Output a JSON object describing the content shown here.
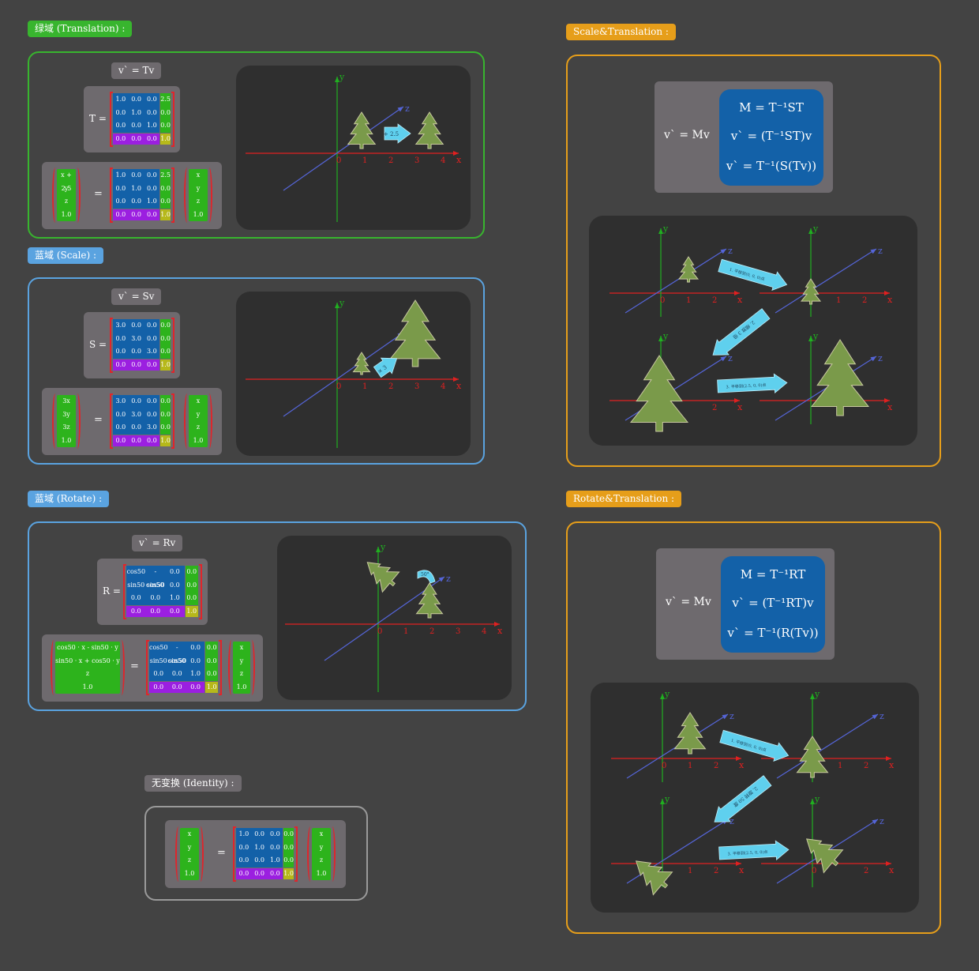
{
  "colors": {
    "translation": "#38b52e",
    "scale": "#5aa3e0",
    "rotate": "#5aa3e0",
    "identity": "#6e6a6e",
    "combo": "#e69e1a",
    "matrix_blue": "#1361a8",
    "matrix_green": "#2db31c",
    "matrix_purple": "#9b1fe0",
    "matrix_yellow": "#b6b81a",
    "axis_x": "#e02020",
    "axis_y": "#20b020",
    "axis_z": "#5565d8",
    "tree": "#7a9a4a",
    "arrow": "#5fd0ee"
  },
  "translation": {
    "tag": "绿域 (Translation) :",
    "formula": "v` = Tv",
    "mat_label": "T =",
    "matrix": [
      [
        "1.0",
        "0.0",
        "0.0",
        "2.5"
      ],
      [
        "0.0",
        "1.0",
        "0.0",
        "0.0"
      ],
      [
        "0.0",
        "0.0",
        "1.0",
        "0.0"
      ],
      [
        "0.0",
        "0.0",
        "0.0",
        "1.0"
      ]
    ],
    "lhs": [
      "x + 2.5",
      "y",
      "z",
      "1.0"
    ],
    "rhs": [
      "x",
      "y",
      "z",
      "1.0"
    ],
    "arrow_label": "+ 2.5",
    "ticks": [
      "0",
      "1",
      "2",
      "3",
      "4"
    ],
    "x": "x",
    "y": "y",
    "z": "z"
  },
  "scale": {
    "tag": "蓝域 (Scale) :",
    "formula": "v` = Sv",
    "mat_label": "S =",
    "matrix": [
      [
        "3.0",
        "0.0",
        "0.0",
        "0.0"
      ],
      [
        "0.0",
        "3.0",
        "0.0",
        "0.0"
      ],
      [
        "0.0",
        "0.0",
        "3.0",
        "0.0"
      ],
      [
        "0.0",
        "0.0",
        "0.0",
        "1.0"
      ]
    ],
    "lhs": [
      "3x",
      "3y",
      "3z",
      "1.0"
    ],
    "rhs": [
      "x",
      "y",
      "z",
      "1.0"
    ],
    "arrow_label": "× 3",
    "ticks": [
      "0",
      "1",
      "2",
      "3",
      "4"
    ],
    "x": "x",
    "y": "y",
    "z": "z"
  },
  "rotate": {
    "tag": "蓝域 (Rotate) :",
    "formula": "v` = Rv",
    "mat_label": "R =",
    "matrix": [
      [
        "cos50",
        "-sin50",
        "0.0",
        "0.0"
      ],
      [
        "sin50",
        "cos50",
        "0.0",
        "0.0"
      ],
      [
        "0.0",
        "0.0",
        "1.0",
        "0.0"
      ],
      [
        "0.0",
        "0.0",
        "0.0",
        "1.0"
      ]
    ],
    "lhs": [
      "cos50 · x - sin50 · y",
      "sin50 · x + cos50 · y",
      "z",
      "1.0"
    ],
    "rhs": [
      "x",
      "y",
      "z",
      "1.0"
    ],
    "arrow_label": "50°",
    "ticks": [
      "0",
      "1",
      "2",
      "3",
      "4"
    ],
    "x": "x",
    "y": "y",
    "z": "z"
  },
  "identity": {
    "tag": "无变换 (Identity) :",
    "matrix": [
      [
        "1.0",
        "0.0",
        "0.0",
        "0.0"
      ],
      [
        "0.0",
        "1.0",
        "0.0",
        "0.0"
      ],
      [
        "0.0",
        "0.0",
        "1.0",
        "0.0"
      ],
      [
        "0.0",
        "0.0",
        "0.0",
        "1.0"
      ]
    ],
    "lhs": [
      "x",
      "y",
      "z",
      "1.0"
    ],
    "rhs": [
      "x",
      "y",
      "z",
      "1.0"
    ]
  },
  "scale_translation": {
    "tag": "Scale&Translation :",
    "formula": "v` = Mv",
    "lines": [
      "M = T⁻¹ST",
      "v` = (T⁻¹ST)v",
      "v` = T⁻¹(S(Tv))"
    ],
    "step1": "1. 平移到(0, 0, 0)点",
    "step2": "2. 缩放 3 倍",
    "step3": "3. 平移到(2.5, 0, 0)点",
    "ticks": [
      "0",
      "1",
      "2"
    ],
    "x": "x",
    "y": "y",
    "z": "z"
  },
  "rotate_translation": {
    "tag": "Rotate&Translation :",
    "formula": "v` = Mv",
    "lines": [
      "M = T⁻¹RT",
      "v` = (T⁻¹RT)v",
      "v` = T⁻¹(R(Tv))"
    ],
    "step1": "1. 平移到(0, 0, 0)点",
    "step2": "2. 旋转 50 度",
    "step3": "3. 平移到(2.5, 0, 0)点",
    "ticks": [
      "0",
      "1",
      "2"
    ],
    "x": "x",
    "y": "y",
    "z": "z"
  }
}
